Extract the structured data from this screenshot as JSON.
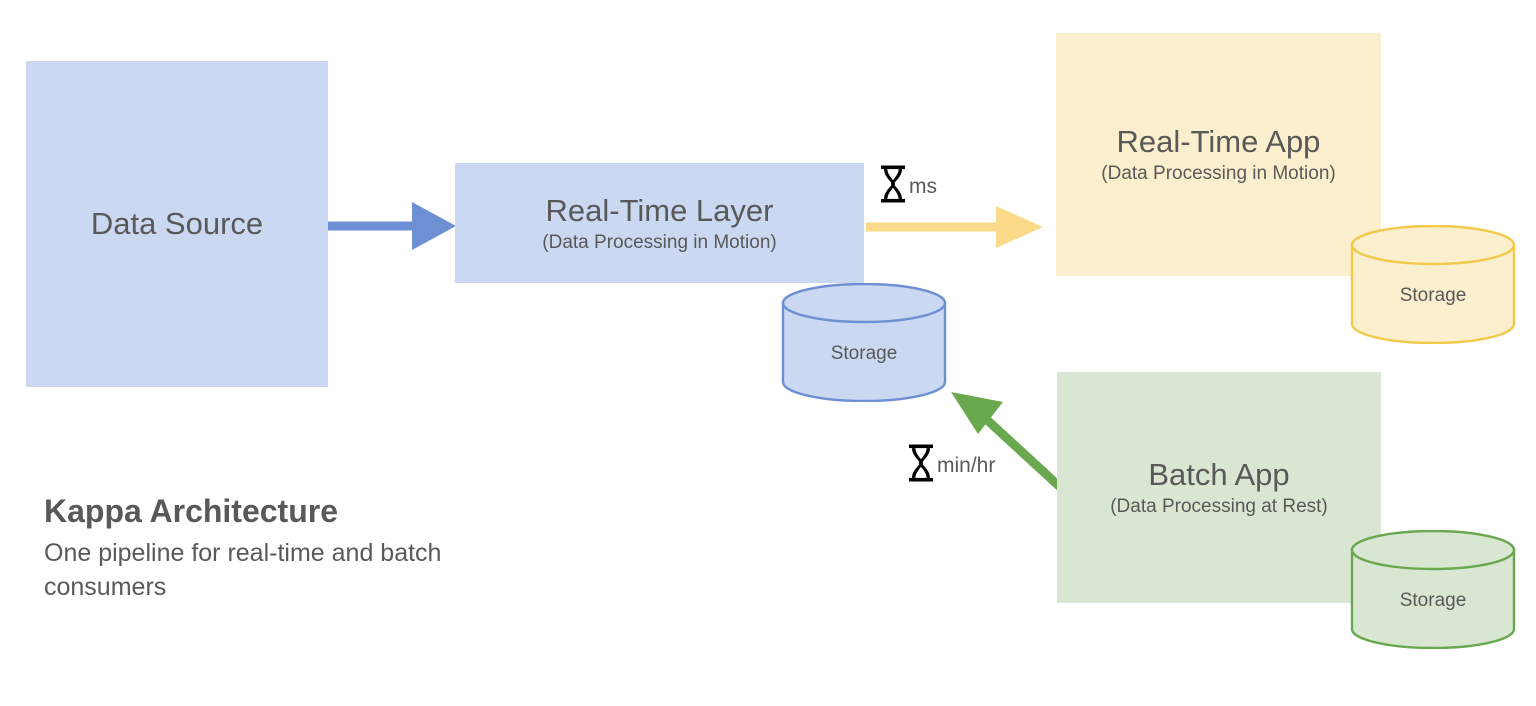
{
  "diagram": {
    "caption": {
      "title": "Kappa Architecture",
      "subtitle": "One pipeline for real-time and batch consumers"
    },
    "nodes": [
      {
        "id": "data-source",
        "title": "Data Source",
        "subtitle": "",
        "fill": "#cbd8f1"
      },
      {
        "id": "realtime-layer",
        "title": "Real-Time Layer",
        "subtitle": "(Data Processing in Motion)",
        "fill": "#cbd8f1"
      },
      {
        "id": "realtime-app",
        "title": "Real-Time App",
        "subtitle": "(Data Processing in Motion)",
        "fill": "#fcefcd"
      },
      {
        "id": "batch-app",
        "title": "Batch App",
        "subtitle": "(Data Processing at Rest)",
        "fill": "#d9e7d2"
      }
    ],
    "storage": [
      {
        "id": "storage-realtime-layer",
        "label": "Storage",
        "fill": "#cbd8f1",
        "stroke": "#6d8fd4"
      },
      {
        "id": "storage-realtime-app",
        "label": "Storage",
        "fill": "#fcefcd",
        "stroke": "#f3c94b"
      },
      {
        "id": "storage-batch-app",
        "label": "Storage",
        "fill": "#d9e7d2",
        "stroke": "#6aa84f"
      }
    ],
    "latency": [
      {
        "id": "latency-realtime",
        "icon": "hourglass-icon",
        "text": "ms"
      },
      {
        "id": "latency-batch",
        "icon": "hourglass-icon",
        "text": "min/hr"
      }
    ],
    "arrows": [
      {
        "id": "arrow-source-to-layer",
        "color": "#6d8fd4",
        "from": "data-source",
        "to": "realtime-layer"
      },
      {
        "id": "arrow-layer-to-realtime-app",
        "color": "#fbdb8a",
        "from": "realtime-layer",
        "to": "realtime-app"
      },
      {
        "id": "arrow-batch-app-to-storage",
        "color": "#6aa84f",
        "from": "batch-app",
        "to": "storage-realtime-layer"
      }
    ]
  }
}
